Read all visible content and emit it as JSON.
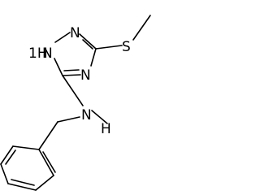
{
  "molecule": {
    "atom_labels": {
      "nh_ring": "1H",
      "nh_ring_n": "N",
      "n2": "N",
      "n4": "N",
      "sulfur": "S",
      "amine_n": "N",
      "amine_h": "H"
    }
  }
}
